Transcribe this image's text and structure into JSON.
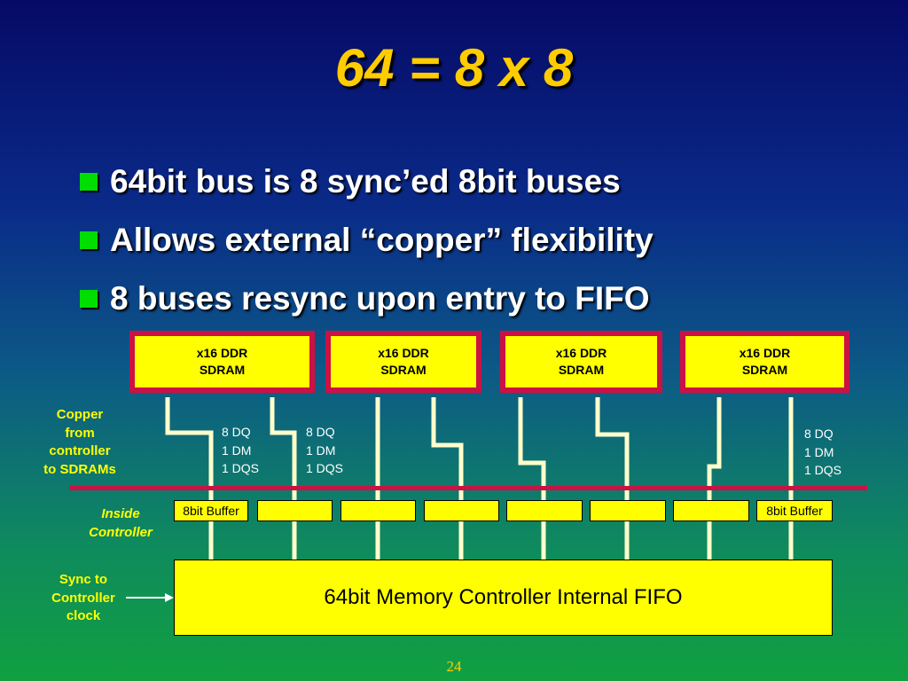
{
  "slide": {
    "title": "64 = 8 x 8",
    "bullets": [
      "64bit bus is 8 sync’ed 8bit buses",
      "Allows external “copper” flexibility",
      "8 buses resync upon entry to FIFO"
    ],
    "page_number": "24"
  },
  "diagram": {
    "chips": [
      {
        "line1": "x16 DDR",
        "line2": "SDRAM"
      },
      {
        "line1": "x16 DDR",
        "line2": "SDRAM"
      },
      {
        "line1": "x16 DDR",
        "line2": "SDRAM"
      },
      {
        "line1": "x16 DDR",
        "line2": "SDRAM"
      }
    ],
    "pin_groups": [
      {
        "dq": "8 DQ",
        "dm": "1 DM",
        "dqs": "1 DQS"
      },
      {
        "dq": "8 DQ",
        "dm": "1 DM",
        "dqs": "1 DQS"
      },
      {
        "dq": "8 DQ",
        "dm": "1 DM",
        "dqs": "1 DQS"
      }
    ],
    "buffers": [
      "8bit Buffer",
      "",
      "",
      "",
      "",
      "",
      "",
      "8bit Buffer"
    ],
    "fifo_label": "64bit Memory Controller Internal FIFO",
    "copper_label": [
      "Copper",
      "from",
      "controller",
      "to SDRAMs"
    ],
    "inside_label": [
      "Inside",
      "Controller"
    ],
    "sync_label": [
      "Sync to",
      "Controller",
      "clock"
    ],
    "colors": {
      "title": "#ffcc00",
      "chip_fill": "#ffff00",
      "chip_border": "#cc1144",
      "wire": "#ffffcc",
      "rail": "#cc1144",
      "bullet": "#00dd00",
      "label_yellow": "#ffff00",
      "label_white": "#ffffff"
    }
  }
}
